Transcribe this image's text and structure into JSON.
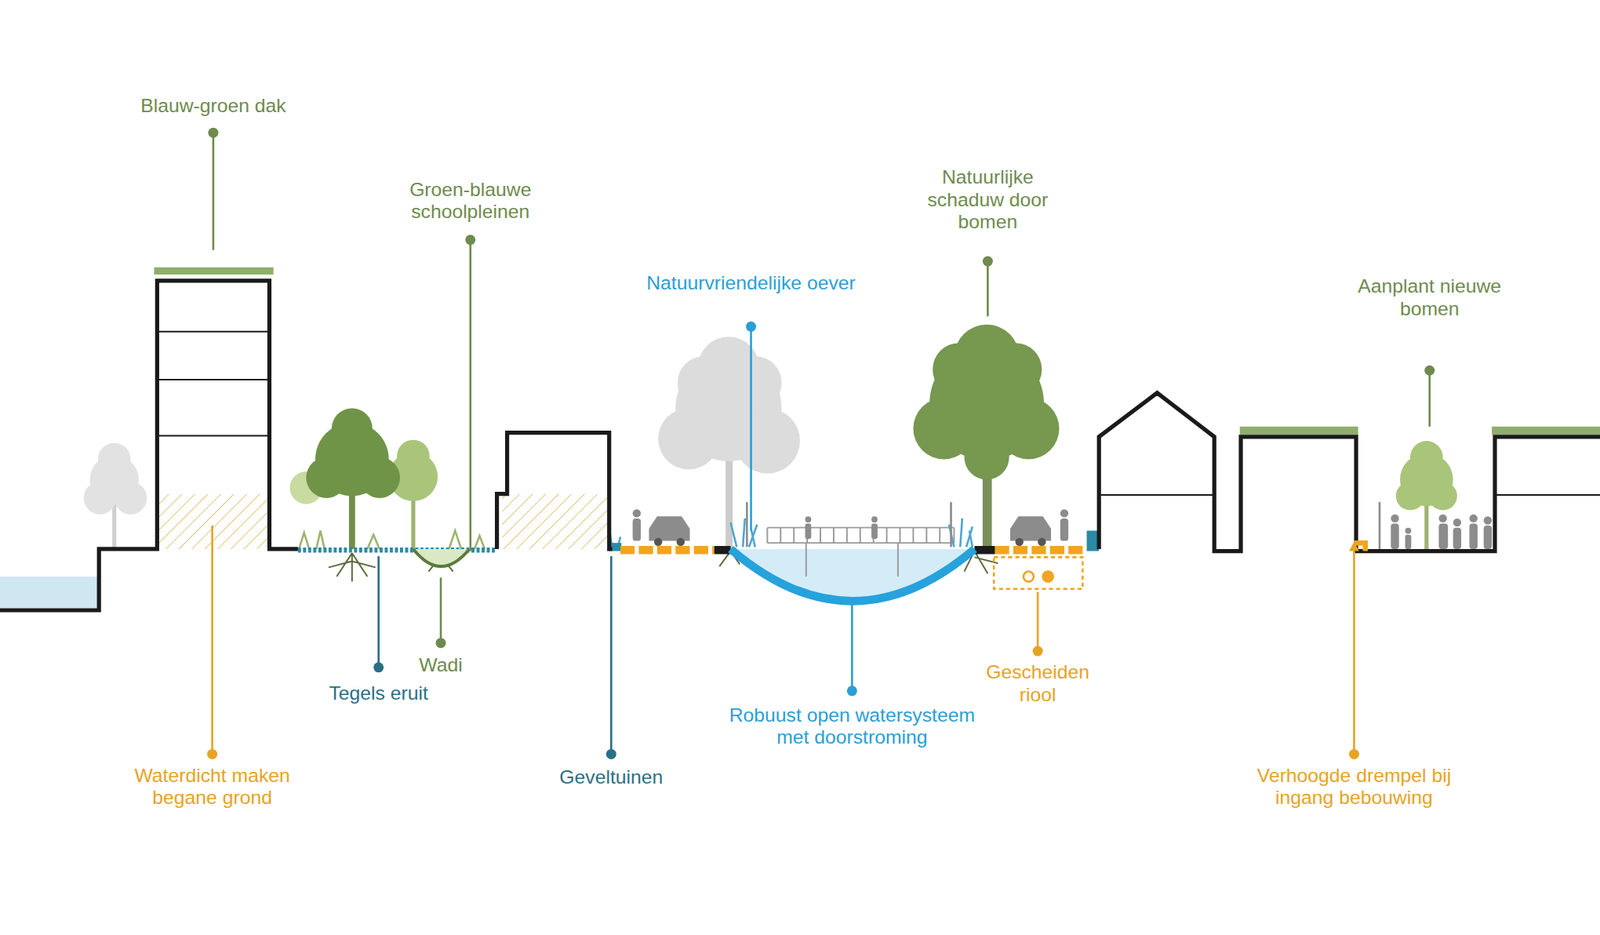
{
  "diagram": {
    "labels": [
      "Blauw-groen dak",
      "Groen-blauwe schoolpleinen",
      "Natuurvriendelijke oever",
      "Natuurlijke schaduw door bomen",
      "Aanplant nieuwe bomen",
      "Wadi",
      "Tegels eruit",
      "Waterdicht maken begane grond",
      "Geveltuinen",
      "Robuust open watersysteem met doorstroming",
      "Gescheiden riool",
      "Verhoogde drempel bij ingang bebouwing"
    ]
  }
}
